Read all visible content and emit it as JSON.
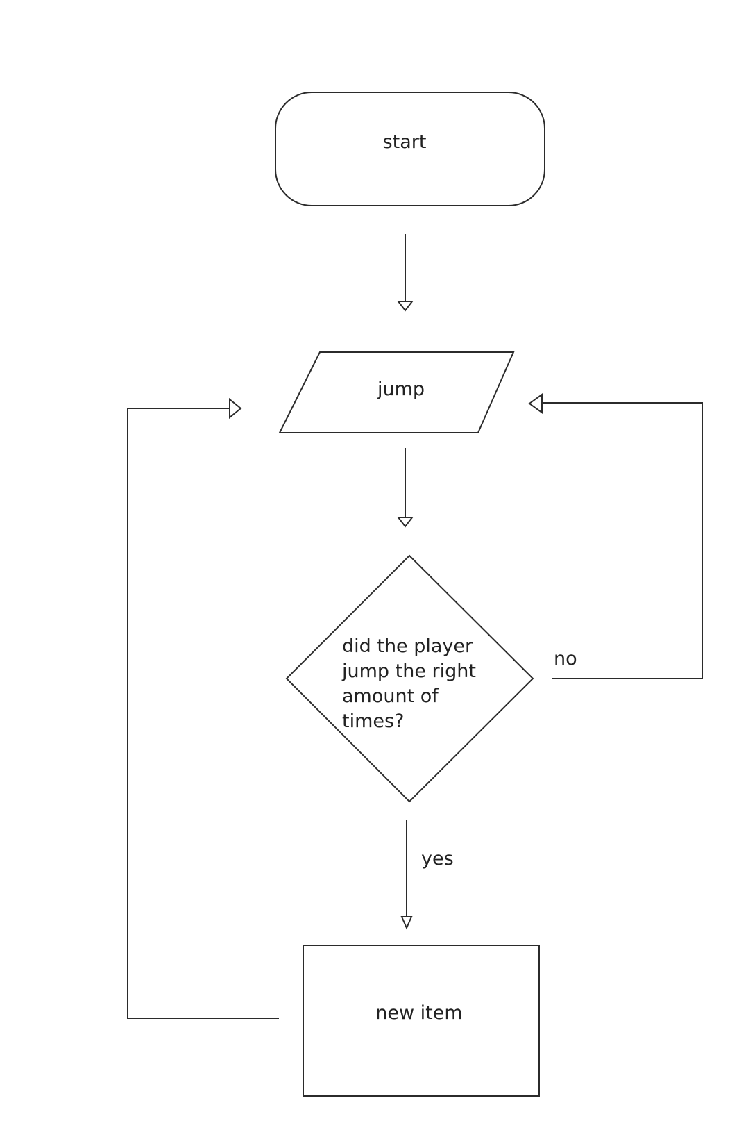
{
  "diagram": {
    "type": "flowchart",
    "stroke_color": "#2b2b2b",
    "text_color": "#222222",
    "background": "#ffffff",
    "nodes": {
      "start": {
        "shape": "terminator",
        "label": "start"
      },
      "jump": {
        "shape": "parallelogram",
        "label": "jump"
      },
      "decision": {
        "shape": "diamond",
        "label_lines": [
          "did the player",
          "jump the right",
          "amount of",
          "times?"
        ]
      },
      "new_item": {
        "shape": "rectangle",
        "label": "new item"
      }
    },
    "edges": [
      {
        "from": "start",
        "to": "jump",
        "label": ""
      },
      {
        "from": "jump",
        "to": "decision",
        "label": ""
      },
      {
        "from": "decision",
        "to": "jump",
        "label": "no"
      },
      {
        "from": "decision",
        "to": "new_item",
        "label": "yes"
      },
      {
        "from": "new_item",
        "to": "jump",
        "label": ""
      }
    ]
  }
}
